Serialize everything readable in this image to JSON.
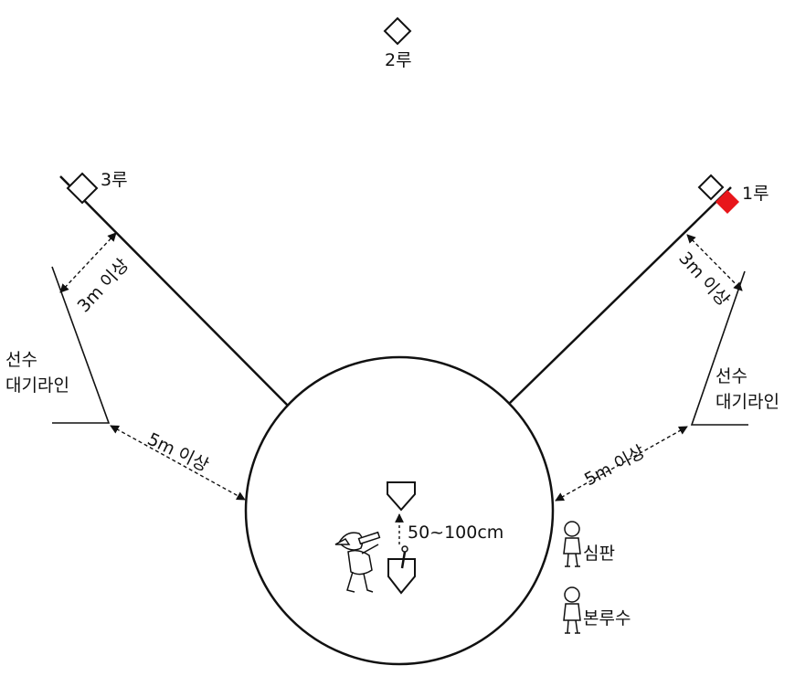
{
  "bases": {
    "second": "2루",
    "third": "3루",
    "first": "1루"
  },
  "distances": {
    "left_3m": "3m 이상",
    "right_3m": "3m 이상",
    "left_5m": "5m 이상",
    "right_5m": "5m 이상",
    "tee": "50~100cm"
  },
  "waiting_line": {
    "left_line1": "선수",
    "left_line2": "대기라인",
    "right_line1": "선수",
    "right_line2": "대기라인"
  },
  "people": {
    "umpire": "심판",
    "home_catcher": "본루수"
  },
  "colors": {
    "line": "#111111",
    "first_base_marker": "#e8161b"
  }
}
